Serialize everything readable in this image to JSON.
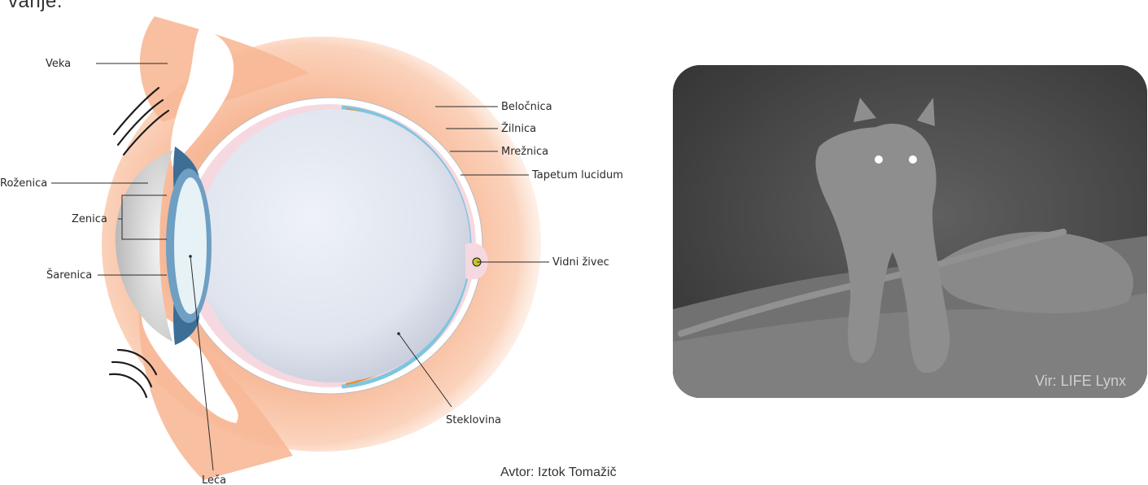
{
  "page": {
    "top_text": "vanje."
  },
  "eye_diagram": {
    "labels": {
      "veka": "Veka",
      "belocnica": "Beločnica",
      "zilnica": "Žilnica",
      "mreznica": "Mrežnica",
      "tapetum": "Tapetum lucidum",
      "rozenica": "Roženica",
      "zenica": "Zenica",
      "sarenica": "Šarenica",
      "vidni_zivec": "Vidni živec",
      "steklovina": "Steklovina",
      "leca": "Leča"
    },
    "credit": "Avtor: Iztok Tomažič",
    "colors": {
      "skin": "#f9c9ad",
      "sclera_pink": "#f6d8e0",
      "vitreous": "#dde3ee",
      "iris": "#6f9fc2",
      "lens": "#e6f2f6",
      "choroid": "#e8902a",
      "retina": "#7fc5e0",
      "optic_nerve": "#c8c82a"
    }
  },
  "photo": {
    "credit": "Vir: LIFE Lynx"
  }
}
